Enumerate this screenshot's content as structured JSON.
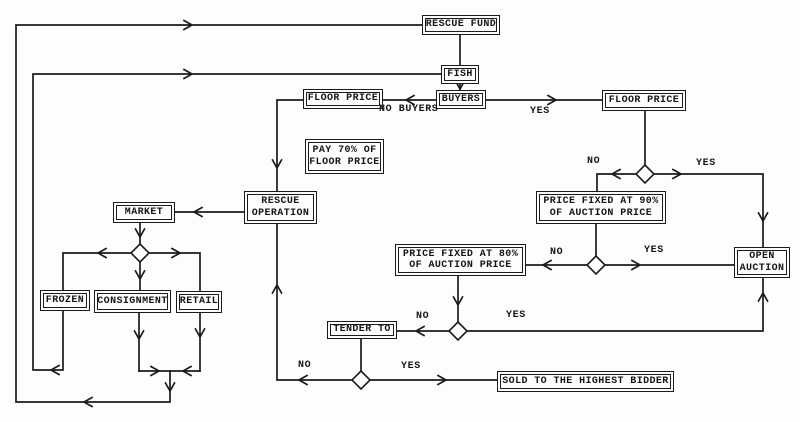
{
  "nodes": {
    "rescue_fund": "RESCUE FUND",
    "fish": "FISH",
    "buyers": "BUYERS",
    "floor_price_left": "FLOOR PRICE",
    "floor_price_right": "FLOOR PRICE",
    "pay70_line1": "PAY 70% OF",
    "pay70_line2": "FLOOR PRICE",
    "price90_line1": "PRICE FIXED AT 90%",
    "price90_line2": "OF AUCTION PRICE",
    "price80_line1": "PRICE FIXED AT 80%",
    "price80_line2": "OF AUCTION PRICE",
    "open_auction_line1": "OPEN",
    "open_auction_line2": "AUCTION",
    "rescue_operation_line1": "RESCUE",
    "rescue_operation_line2": "OPERATION",
    "market": "MARKET",
    "frozen": "FROZEN",
    "consignment": "CONSIGNMENT",
    "retail": "RETAIL",
    "tender_to": "TENDER TO",
    "sold_highest_bidder": "SOLD TO THE HIGHEST BIDDER"
  },
  "edge_labels": {
    "no_buyers": "NO BUYERS",
    "buyers_yes": "YES",
    "floor_price_no": "NO",
    "floor_price_yes": "YES",
    "price90_no": "NO",
    "price90_yes": "YES",
    "price80_no": "NO",
    "price80_yes": "YES",
    "tender_no": "NO",
    "tender_yes": "YES"
  },
  "colors": {
    "ink": "#1b1b1b",
    "paper": "#fdfdfb"
  }
}
